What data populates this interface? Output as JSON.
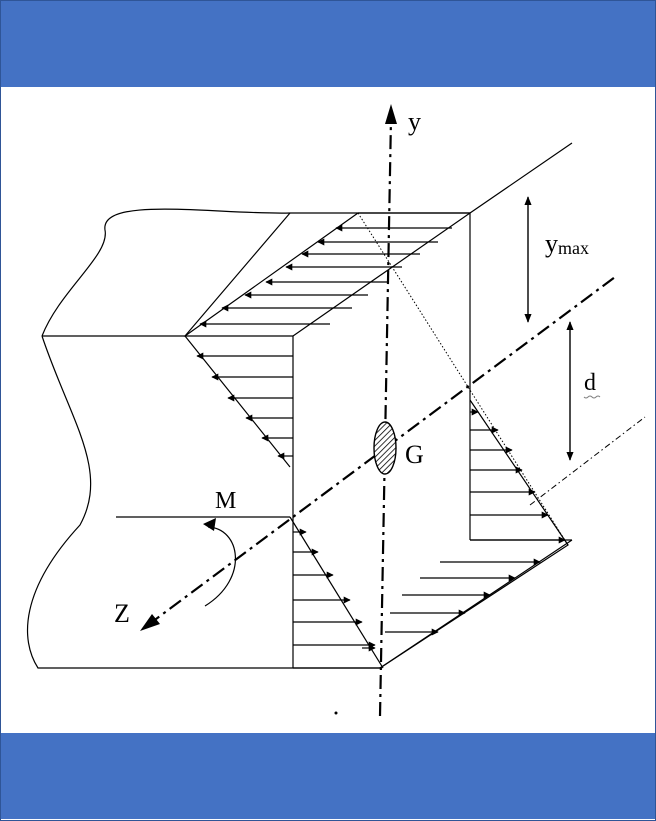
{
  "header_band": {
    "color": "#4472c4"
  },
  "footer_band": {
    "color": "#4472c4"
  },
  "labels": {
    "y_axis": "y",
    "z_axis": "Z",
    "moment": "M",
    "centroid": "G",
    "y_max_base": "y",
    "y_max_sub": "max",
    "distance": "d"
  }
}
